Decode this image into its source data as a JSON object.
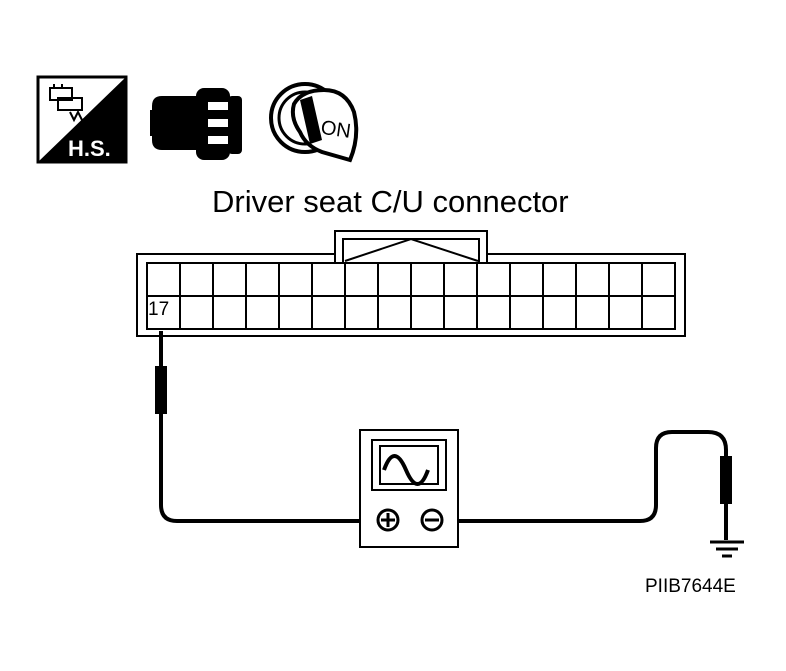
{
  "diagram": {
    "connector_title": "Driver seat C/U connector",
    "pin_label": "17",
    "reference_code": "PIIB7644E",
    "icons": {
      "hs_label": "H.S.",
      "ignition_label": "ON",
      "icon_names": [
        "harness-service-icon",
        "connector-plug-icon",
        "ignition-key-on-icon"
      ]
    },
    "connector": {
      "rows": 2,
      "columns": 16
    },
    "probes": {
      "positive": "+",
      "negative": "-"
    }
  }
}
